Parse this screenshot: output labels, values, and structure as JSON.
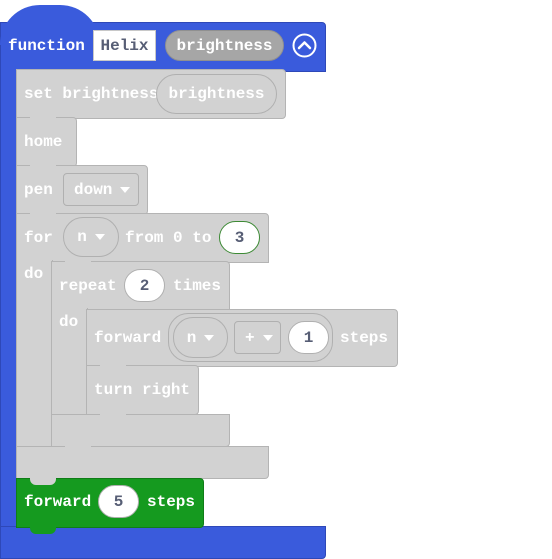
{
  "function_block": {
    "keyword": "function",
    "name": "Helix",
    "param": "brightness",
    "collapse_icon": "chevron-up-circle-icon"
  },
  "set_block": {
    "label": "set brightness",
    "value": "brightness"
  },
  "home_block": {
    "label": "home"
  },
  "pen_block": {
    "label": "pen",
    "option": "down"
  },
  "for_block": {
    "label": "for",
    "var": "n",
    "from_label": "from 0 to",
    "to_value": "3",
    "do_label": "do"
  },
  "repeat_block": {
    "label": "repeat",
    "count": "2",
    "times_label": "times",
    "do_label": "do"
  },
  "forward_inner_block": {
    "label": "forward",
    "var": "n",
    "op": "+",
    "amount": "1",
    "steps_label": "steps"
  },
  "turn_block": {
    "label": "turn right"
  },
  "forward_outer_block": {
    "label": "forward",
    "amount": "5",
    "steps_label": "steps"
  },
  "colors": {
    "function_blue": "#3a5bdc",
    "block_grey": "#d2d2d2",
    "forward_green": "#159a1f",
    "field_text": "#575e75"
  }
}
